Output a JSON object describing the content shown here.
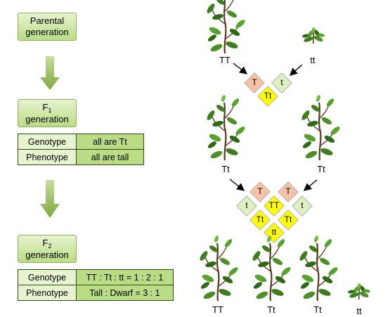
{
  "parental": {
    "label": "Parental\ngeneration",
    "line1": "Parental",
    "line2": "generation"
  },
  "f1": {
    "prefix": "F",
    "sub": "1",
    "line2": "generation",
    "genotype_key": "Genotype",
    "genotype_val": "all are Tt",
    "phenotype_key": "Phenotype",
    "phenotype_val": "all are tall"
  },
  "f2": {
    "prefix": "F",
    "sub": "2",
    "line2": "generation",
    "genotype_key": "Genotype",
    "genotype_val": "TT : Tt : tt = 1 : 2 : 1",
    "phenotype_key": "Phenotype",
    "phenotype_val": "Tall : Dwarf = 3 : 1"
  },
  "plants": {
    "parent_left": "TT",
    "parent_right": "tt",
    "f1_left": "Tt",
    "f1_right": "Tt",
    "f2": [
      "TT",
      "Tt",
      "Tt",
      "tt"
    ]
  },
  "cross1": {
    "left": "T",
    "right": "t",
    "offspring": "Tt"
  },
  "cross2": {
    "left_top": "T",
    "left_side": "t",
    "right_top": "T",
    "right_side": "t",
    "grid": [
      "TT",
      "Tt",
      "Tt",
      "tt"
    ]
  },
  "colors": {
    "dominant": "#f7c2a6",
    "recessive": "#ddf0c4",
    "offspring": "#ffff00",
    "box_top": "#e6f4cf",
    "box_bottom": "#b9dc84"
  }
}
